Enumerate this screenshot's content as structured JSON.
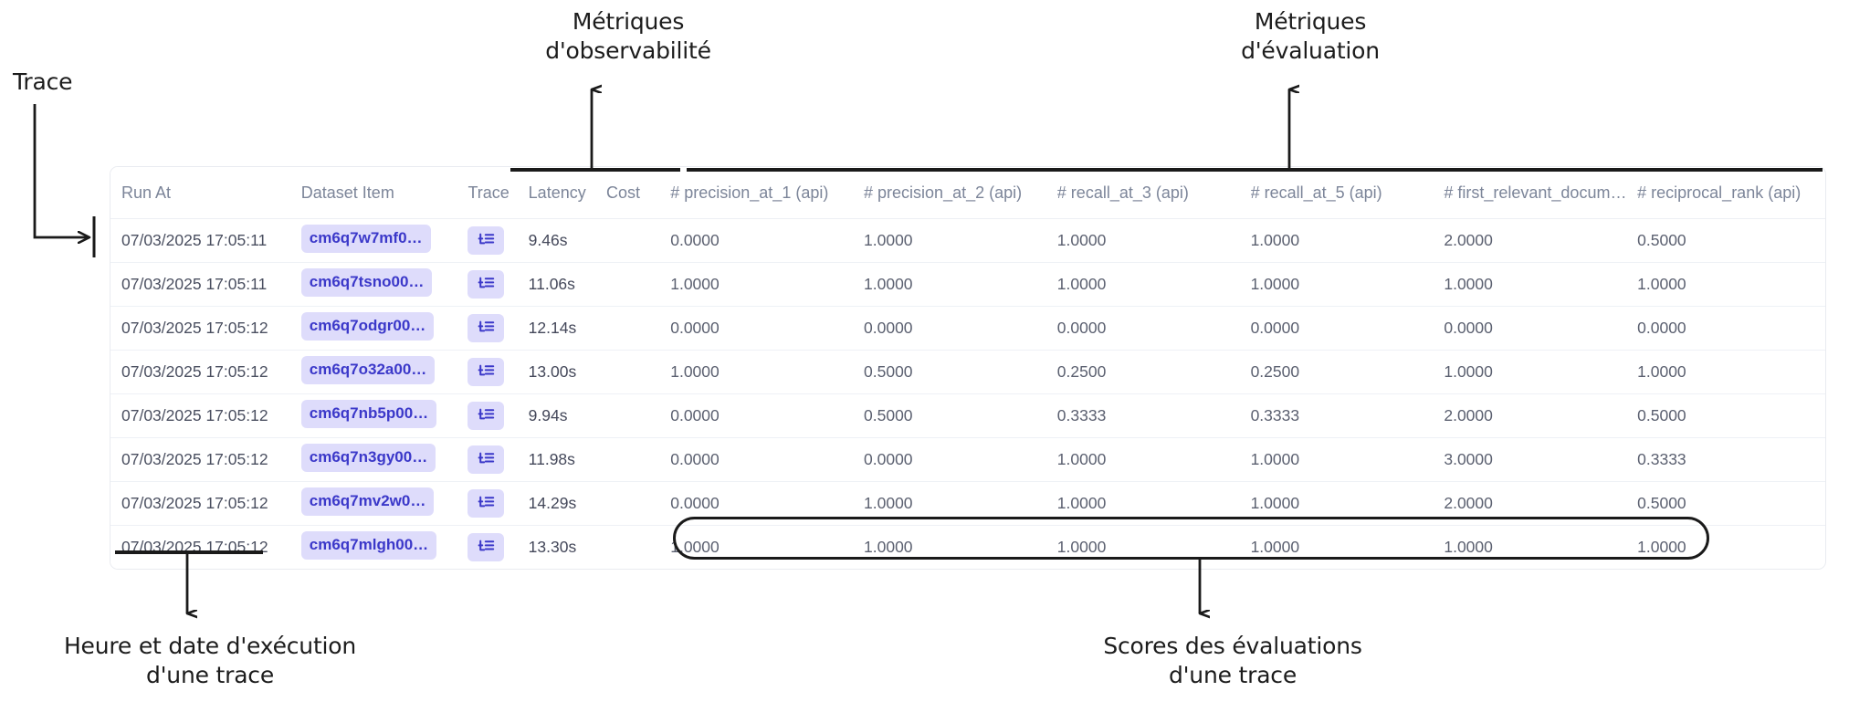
{
  "annotations": {
    "trace": "Trace",
    "observability_metrics": "Métriques\nd'observabilité",
    "evaluation_metrics": "Métriques\nd'évaluation",
    "run_at_caption": "Heure et date d'exécution\nd'une trace",
    "scores_caption": "Scores des évaluations\nd'une trace"
  },
  "table": {
    "columns": [
      {
        "key": "run_at",
        "label": "Run At"
      },
      {
        "key": "dataset_item",
        "label": "Dataset Item"
      },
      {
        "key": "trace",
        "label": "Trace"
      },
      {
        "key": "latency",
        "label": "Latency"
      },
      {
        "key": "cost",
        "label": "Cost"
      },
      {
        "key": "precision_at_1",
        "label": "# precision_at_1 (api)"
      },
      {
        "key": "precision_at_2",
        "label": "# precision_at_2 (api)"
      },
      {
        "key": "recall_at_3",
        "label": "# recall_at_3 (api)"
      },
      {
        "key": "recall_at_5",
        "label": "# recall_at_5 (api)"
      },
      {
        "key": "first_relevant_document",
        "label": "# first_relevant_docum…"
      },
      {
        "key": "reciprocal_rank",
        "label": "# reciprocal_rank (api)"
      }
    ],
    "trace_icon": "list-tree-icon",
    "rows": [
      {
        "run_at": "07/03/2025 17:05:11",
        "dataset_item": "cm6q7w7mf0…",
        "latency": "9.46s",
        "cost": "",
        "precision_at_1": "0.0000",
        "precision_at_2": "1.0000",
        "recall_at_3": "1.0000",
        "recall_at_5": "1.0000",
        "first_relevant_document": "2.0000",
        "reciprocal_rank": "0.5000"
      },
      {
        "run_at": "07/03/2025 17:05:11",
        "dataset_item": "cm6q7tsno00…",
        "latency": "11.06s",
        "cost": "",
        "precision_at_1": "1.0000",
        "precision_at_2": "1.0000",
        "recall_at_3": "1.0000",
        "recall_at_5": "1.0000",
        "first_relevant_document": "1.0000",
        "reciprocal_rank": "1.0000"
      },
      {
        "run_at": "07/03/2025 17:05:12",
        "dataset_item": "cm6q7odgr00…",
        "latency": "12.14s",
        "cost": "",
        "precision_at_1": "0.0000",
        "precision_at_2": "0.0000",
        "recall_at_3": "0.0000",
        "recall_at_5": "0.0000",
        "first_relevant_document": "0.0000",
        "reciprocal_rank": "0.0000"
      },
      {
        "run_at": "07/03/2025 17:05:12",
        "dataset_item": "cm6q7o32a00…",
        "latency": "13.00s",
        "cost": "",
        "precision_at_1": "1.0000",
        "precision_at_2": "0.5000",
        "recall_at_3": "0.2500",
        "recall_at_5": "0.2500",
        "first_relevant_document": "1.0000",
        "reciprocal_rank": "1.0000"
      },
      {
        "run_at": "07/03/2025 17:05:12",
        "dataset_item": "cm6q7nb5p00…",
        "latency": "9.94s",
        "cost": "",
        "precision_at_1": "0.0000",
        "precision_at_2": "0.5000",
        "recall_at_3": "0.3333",
        "recall_at_5": "0.3333",
        "first_relevant_document": "2.0000",
        "reciprocal_rank": "0.5000"
      },
      {
        "run_at": "07/03/2025 17:05:12",
        "dataset_item": "cm6q7n3gy00…",
        "latency": "11.98s",
        "cost": "",
        "precision_at_1": "0.0000",
        "precision_at_2": "0.0000",
        "recall_at_3": "1.0000",
        "recall_at_5": "1.0000",
        "first_relevant_document": "3.0000",
        "reciprocal_rank": "0.3333"
      },
      {
        "run_at": "07/03/2025 17:05:12",
        "dataset_item": "cm6q7mv2w0…",
        "latency": "14.29s",
        "cost": "",
        "precision_at_1": "0.0000",
        "precision_at_2": "1.0000",
        "recall_at_3": "1.0000",
        "recall_at_5": "1.0000",
        "first_relevant_document": "2.0000",
        "reciprocal_rank": "0.5000"
      },
      {
        "run_at": "07/03/2025 17:05:12",
        "dataset_item": "cm6q7mlgh00…",
        "latency": "13.30s",
        "cost": "",
        "precision_at_1": "1.0000",
        "precision_at_2": "1.0000",
        "recall_at_3": "1.0000",
        "recall_at_5": "1.0000",
        "first_relevant_document": "1.0000",
        "reciprocal_rank": "1.0000"
      }
    ]
  },
  "colors": {
    "chip_bg": "#dedcfb",
    "chip_text": "#3b38c9",
    "header_text": "#7c8599",
    "annotation": "#1c1c1c"
  }
}
